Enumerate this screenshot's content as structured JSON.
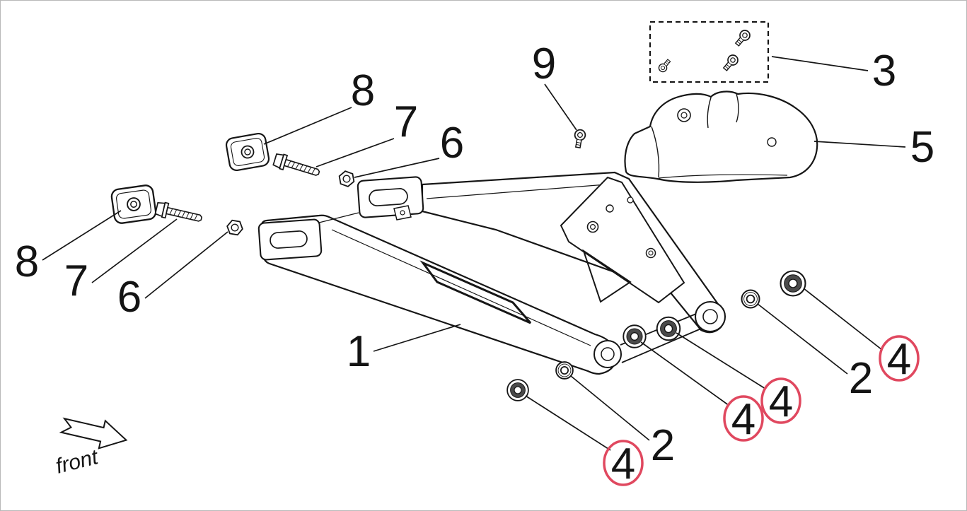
{
  "colors": {
    "line": "#161616",
    "highlight_red": "#e0485f",
    "background": "#ffffff"
  },
  "callouts": {
    "swingarm": "1",
    "washer_right": "2",
    "washer_mid": "2",
    "fastener_kit": "3",
    "bearing_a": "4",
    "bearing_b": "4",
    "bearing_c": "4",
    "bearing_d": "4",
    "guard": "5",
    "nut_upper": "6",
    "nut_lower": "6",
    "bolt_upper": "7",
    "bolt_lower": "7",
    "damper_upper": "8",
    "damper_lower": "8",
    "screw": "9"
  },
  "direction": {
    "front_label": "front"
  }
}
